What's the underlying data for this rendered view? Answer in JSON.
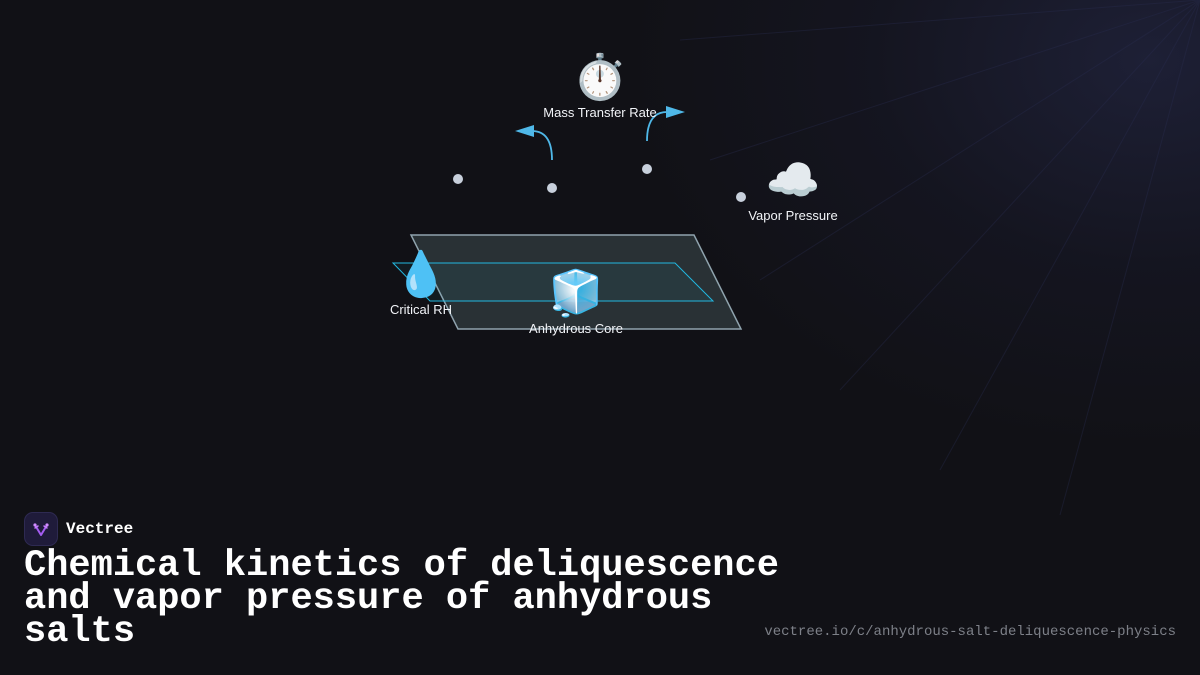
{
  "diagram": {
    "nodes": [
      {
        "id": "mass-transfer",
        "label": "Mass Transfer Rate",
        "icon": "stopwatch-icon",
        "glyph": "⏱️"
      },
      {
        "id": "vapor-pressure",
        "label": "Vapor Pressure",
        "icon": "cloud-icon",
        "glyph": "☁️"
      },
      {
        "id": "critical-rh",
        "label": "Critical RH",
        "icon": "droplet-icon",
        "glyph": "💧"
      },
      {
        "id": "anhydrous-core",
        "label": "Anhydrous Core",
        "icon": "ice-cube-icon",
        "glyph": "🧊"
      }
    ],
    "colors": {
      "arrow": "#4fb8e8",
      "plane_fill": "#2b3438",
      "plane_stroke": "#8fa3ad",
      "inner_plane_stroke": "#22b8e0",
      "dot": "#c8d0dc"
    }
  },
  "brand": {
    "name": "Vectree",
    "logo_icon": "vectree-logo-icon"
  },
  "title": "Chemical kinetics of deliquescence and vapor pressure of anhydrous salts",
  "url": "vectree.io/c/anhydrous-salt-deliquescence-physics"
}
